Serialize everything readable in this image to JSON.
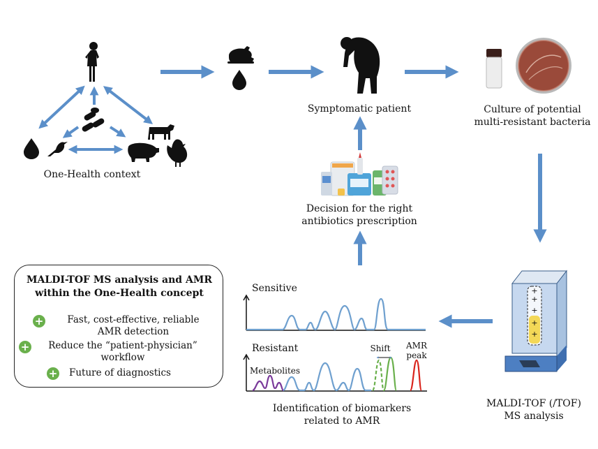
{
  "nodes": {
    "one_health": "One-Health context",
    "symptomatic": "Symptomatic patient",
    "culture_line1": "Culture of potential",
    "culture_line2": "multi-resistant bacteria",
    "decision_line1": "Decision for the right",
    "decision_line2": "antibiotics prescription",
    "maldi_line1": "MALDI-TOF (/TOF)",
    "maldi_line2": "MS analysis",
    "biomarkers_line1": "Identification of biomarkers",
    "biomarkers_line2": "related to AMR"
  },
  "spectra": {
    "sensitive": "Sensitive",
    "resistant": "Resistant",
    "metabolites": "Metabolites",
    "shift": "Shift",
    "amr_line1": "AMR",
    "amr_line2": "peak"
  },
  "summary_box": {
    "title_line1": "MALDI-TOF MS analysis and AMR",
    "title_line2": "within the One-Health concept",
    "bullets": [
      {
        "line1": "Fast, cost-effective, reliable",
        "line2": "AMR detection"
      },
      {
        "line1": "Reduce the “patient-physician”",
        "line2": "workflow"
      },
      {
        "line1": "Future of diagnostics",
        "line2": ""
      }
    ]
  },
  "colors": {
    "arrow": "#5b8fc9",
    "spectrum": "#6fa0cf",
    "metabolites": "#7a3a9a",
    "shift": "#6ab04c",
    "amr_peak": "#d9241c",
    "bullet": "#6ab04c"
  },
  "icons": [
    "woman-icon",
    "blood-drop-icon",
    "bird-icon",
    "pig-icon",
    "cow-icon",
    "chicken-icon",
    "pills-icon",
    "roast-chicken-icon",
    "sick-person-icon",
    "tube-icon",
    "petri-dish-icon",
    "medicines-icon",
    "maldi-instrument-icon"
  ]
}
